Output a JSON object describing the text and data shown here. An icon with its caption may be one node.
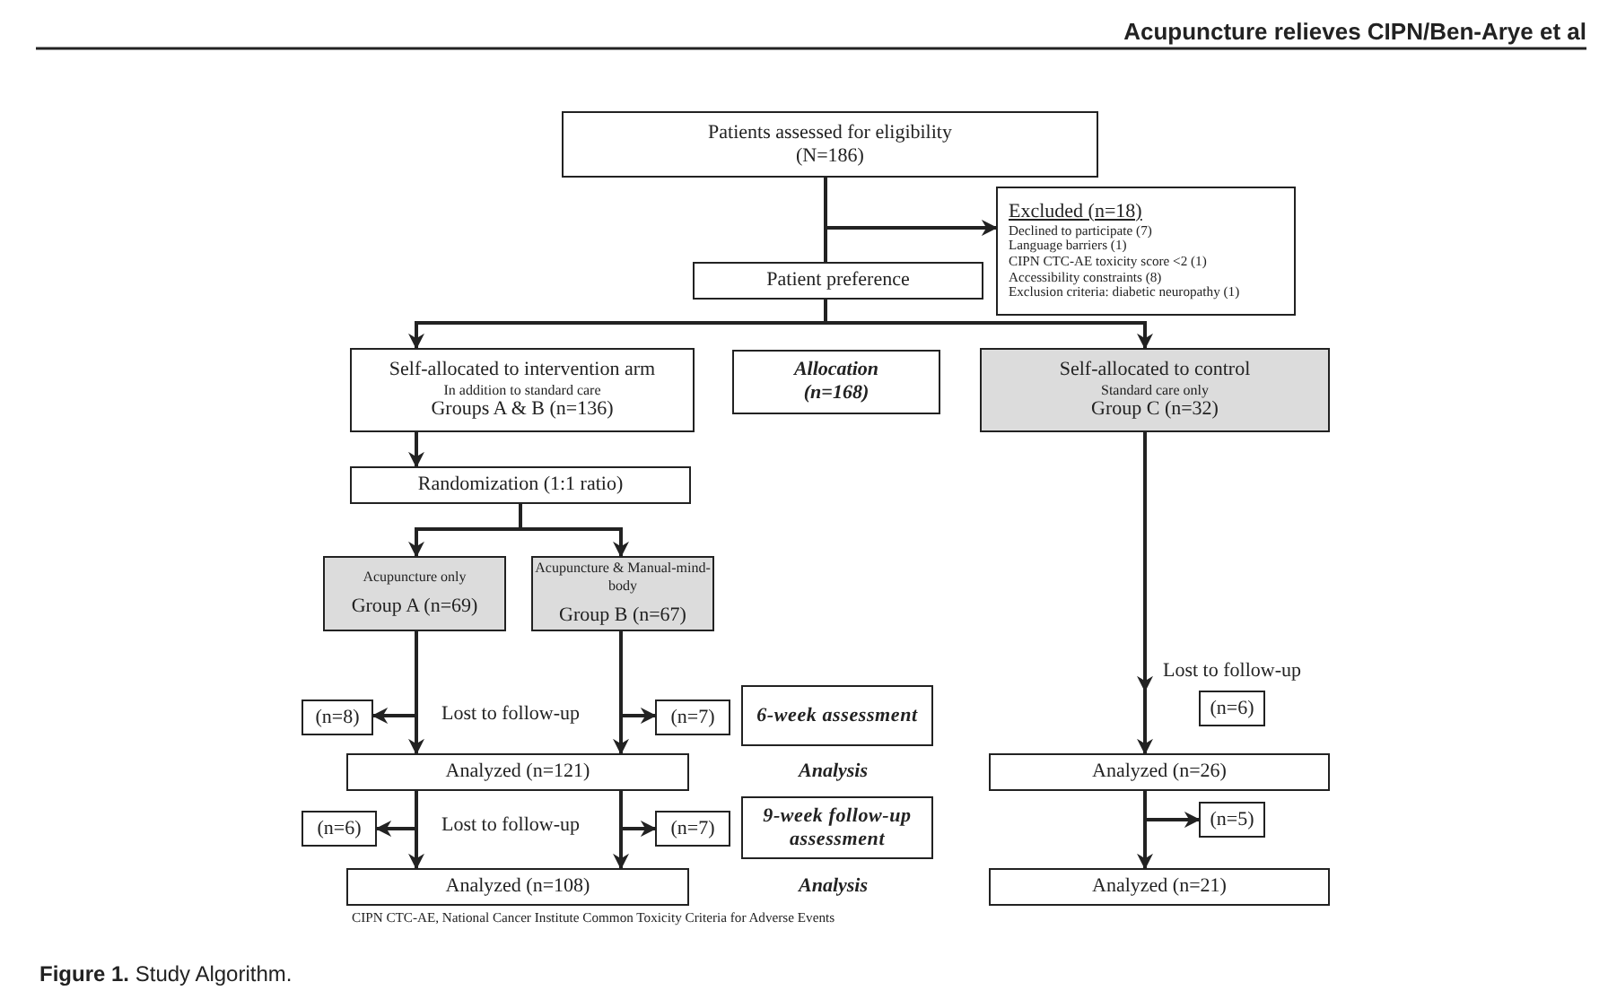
{
  "diagram": {
    "caption": "**Figure 1.** Study Algorithm.",
    "nodes": [
      {
        "text": [
          "Patients assessed for eligibility",
          "(N=186)"
        ]
      },
      {
        "text": [
          "Excluded (n=18)",
          "Declined to participate (7)",
          "Language barriers (1)",
          "CIPN CTC-AE toxicity score <2 (1)",
          "Accessibility constraints (8)",
          "Exclusion criteria: diabetic neuropathy (1)"
        ]
      },
      {
        "text": [
          "Patient preference"
        ]
      },
      {
        "text": [
          "Self-allocated to intervention arm",
          "In addition to standard care",
          "Groups A & B (n=136)"
        ]
      },
      {
        "text": [
          "Allocation",
          "(n=168)"
        ]
      },
      {
        "text": [
          "Self-allocated to control",
          "Standard care only",
          "Group C (n=32)"
        ]
      },
      {
        "text": [
          "Randomization (1:1 ratio)"
        ]
      },
      {
        "text": [
          "Acupuncture only",
          "Group A (n=69)"
        ]
      },
      {
        "text": [
          "Acupuncture & Manual-mind-body",
          "Group B (n=67)"
        ]
      },
      {
        "text": [
          "(n=8)"
        ]
      },
      {
        "text": [
          "(n=7)"
        ]
      },
      {
        "text": [
          "6-week assessment"
        ]
      },
      {
        "text": [
          "Analyzed (n=121)"
        ]
      },
      {
        "text": [
          "(n=6)"
        ]
      },
      {
        "text": [
          "(n=7)"
        ]
      },
      {
        "text": [
          "9-week follow-up assessment"
        ]
      },
      {
        "text": [
          "Analyzed (n=108)"
        ]
      },
      {
        "text": [
          "(n=6)"
        ]
      },
      {
        "text": [
          "Analyzed (n=26)"
        ]
      },
      {
        "text": [
          "(n=5)"
        ]
      },
      {
        "text": [
          "Analyzed (n=21)"
        ]
      }
    ],
    "edges": [
      {
        "from": 0,
        "to": 2,
        "arrow": "none"
      },
      {
        "from": 0,
        "to": 1,
        "arrow": "to"
      },
      {
        "from": 2,
        "to": 3,
        "arrow": "to"
      },
      {
        "from": 2,
        "to": 5,
        "arrow": "to"
      },
      {
        "from": 3,
        "to": 6,
        "arrow": "to"
      },
      {
        "from": 6,
        "to": 7,
        "arrow": "to"
      },
      {
        "from": 6,
        "to": 8,
        "arrow": "to"
      },
      {
        "from": 7,
        "to": 9,
        "arrow": "to"
      },
      {
        "from": 7,
        "to": 12,
        "arrow": "to"
      },
      {
        "from": 8,
        "to": 10,
        "arrow": "to"
      },
      {
        "from": 8,
        "to": 12,
        "arrow": "to"
      },
      {
        "from": 12,
        "to": 13,
        "arrow": "to"
      },
      {
        "from": 12,
        "to": 16,
        "arrow": "to"
      },
      {
        "from": 12,
        "to": 14,
        "arrow": "to"
      },
      {
        "from": 12,
        "to": 16,
        "arrow": "to"
      },
      {
        "from": 5,
        "to": 17,
        "arrow": "to"
      },
      {
        "from": 5,
        "to": 18,
        "arrow": "to"
      },
      {
        "from": 18,
        "to": 19,
        "arrow": "to"
      },
      {
        "from": 18,
        "to": 20,
        "arrow": "to"
      }
    ],
    "labels": [
      "Acupuncture relieves CIPN/Ben-Arye et al",
      "Lost to follow-up",
      "Lost to follow-up",
      "Analysis",
      "Lost to follow-up",
      "Analysis",
      "CIPN CTC-AE, National Cancer Institute Common Toxicity Criteria for Adverse Events"
    ]
  }
}
